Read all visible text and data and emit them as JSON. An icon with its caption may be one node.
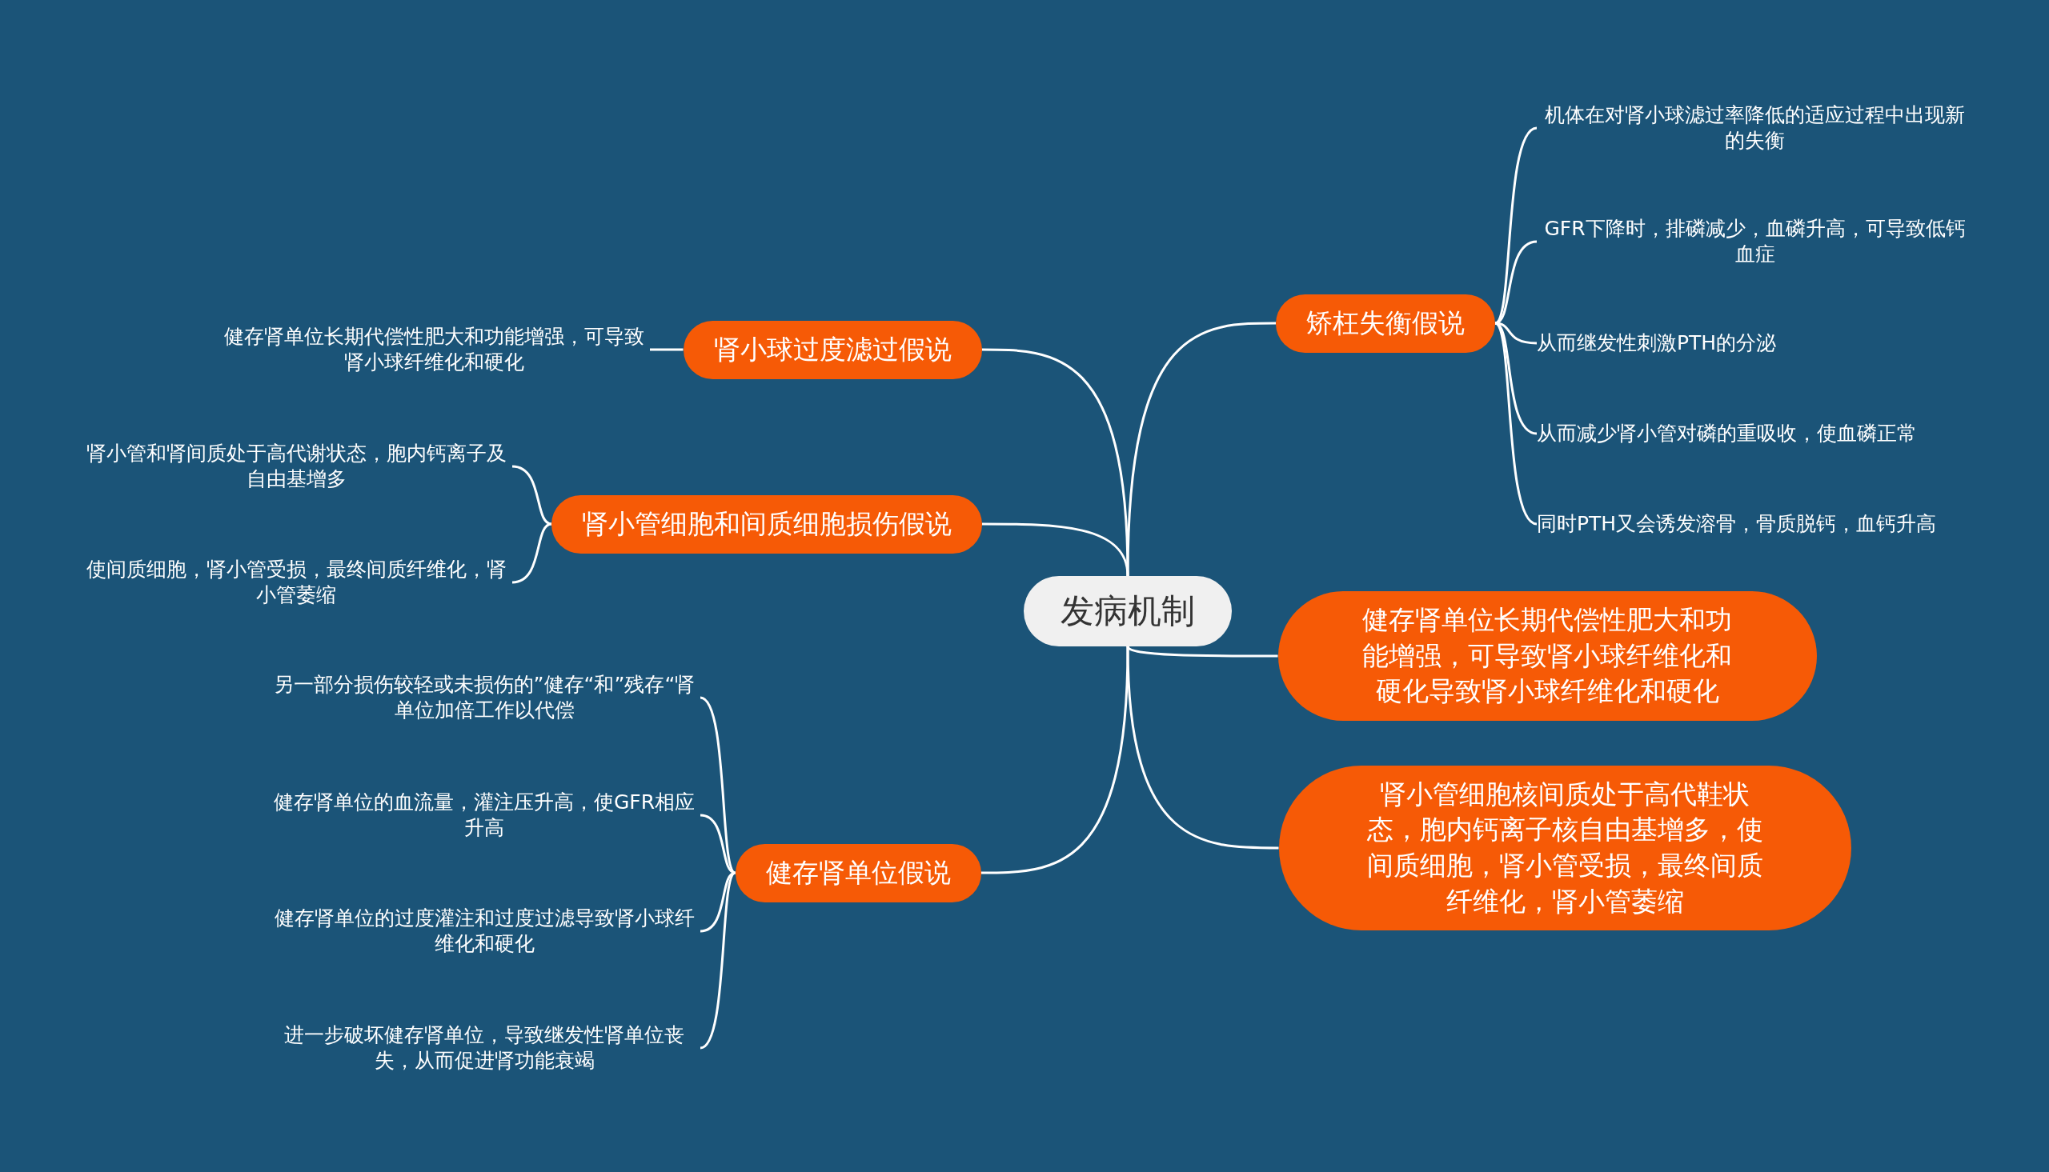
{
  "diagram": {
    "nodes": [
      {
        "text": [
          "发病机制"
        ]
      },
      {
        "text": [
          "矫枉失衡假说"
        ]
      },
      {
        "text": [
          "机体在对肾小球滤过率降低的适应过程中出现新的失衡"
        ]
      },
      {
        "text": [
          "GFR下降时，排磷减少，血磷升高，可导致低钙血症"
        ]
      },
      {
        "text": [
          "从而继发性刺激PTH的分泌"
        ]
      },
      {
        "text": [
          "从而减少肾小管对磷的重吸收，使血磷正常"
        ]
      },
      {
        "text": [
          "同时PTH又会诱发溶骨，骨质脱钙，血钙升高"
        ]
      },
      {
        "text": [
          "肾小球过度滤过假说"
        ]
      },
      {
        "text": [
          "健存肾单位长期代偿性肥大和功能增强，可导致肾小球纤维化和硬化"
        ]
      },
      {
        "text": [
          "肾小管细胞和间质细胞损伤假说"
        ]
      },
      {
        "text": [
          "肾小管和肾间质处于高代谢状态，胞内钙离子及自由基增多"
        ]
      },
      {
        "text": [
          "使间质细胞，肾小管受损，最终间质纤维化，肾小管萎缩"
        ]
      },
      {
        "text": [
          "健存肾单位长期代偿性肥大和功能增强，可导致肾小球纤维化和硬化导致肾小球纤维化和硬化"
        ]
      },
      {
        "text": [
          "肾小管细胞核间质处于高代鞋状态，胞内钙离子核自由基增多，使间质细胞，肾小管受损，最终间质纤维化，肾小管萎缩"
        ]
      },
      {
        "text": [
          "健存肾单位假说"
        ]
      },
      {
        "text": [
          "另一部分损伤较轻或未损伤的”健存“和”残存“肾单位加倍工作以代偿"
        ]
      },
      {
        "text": [
          "健存肾单位的血流量，灌注压升高，使GFR相应升高"
        ]
      },
      {
        "text": [
          "健存肾单位的过度灌注和过度过滤导致肾小球纤维化和硬化"
        ]
      },
      {
        "text": [
          "进一步破坏健存肾单位，导致继发性肾单位丧失，从而促进肾功能衰竭"
        ]
      }
    ],
    "edges": [
      {
        "from": 0,
        "to": 1,
        "arrow": "none"
      },
      {
        "from": 1,
        "to": 2,
        "arrow": "none"
      },
      {
        "from": 1,
        "to": 3,
        "arrow": "none"
      },
      {
        "from": 1,
        "to": 4,
        "arrow": "none"
      },
      {
        "from": 1,
        "to": 5,
        "arrow": "none"
      },
      {
        "from": 1,
        "to": 6,
        "arrow": "none"
      },
      {
        "from": 0,
        "to": 7,
        "arrow": "none"
      },
      {
        "from": 7,
        "to": 8,
        "arrow": "none"
      },
      {
        "from": 0,
        "to": 9,
        "arrow": "none"
      },
      {
        "from": 9,
        "to": 10,
        "arrow": "none"
      },
      {
        "from": 9,
        "to": 11,
        "arrow": "none"
      },
      {
        "from": 0,
        "to": 12,
        "arrow": "none"
      },
      {
        "from": 0,
        "to": 13,
        "arrow": "none"
      },
      {
        "from": 0,
        "to": 14,
        "arrow": "none"
      },
      {
        "from": 14,
        "to": 15,
        "arrow": "none"
      },
      {
        "from": 14,
        "to": 16,
        "arrow": "none"
      },
      {
        "from": 14,
        "to": 17,
        "arrow": "none"
      },
      {
        "from": 14,
        "to": 18,
        "arrow": "none"
      }
    ]
  }
}
